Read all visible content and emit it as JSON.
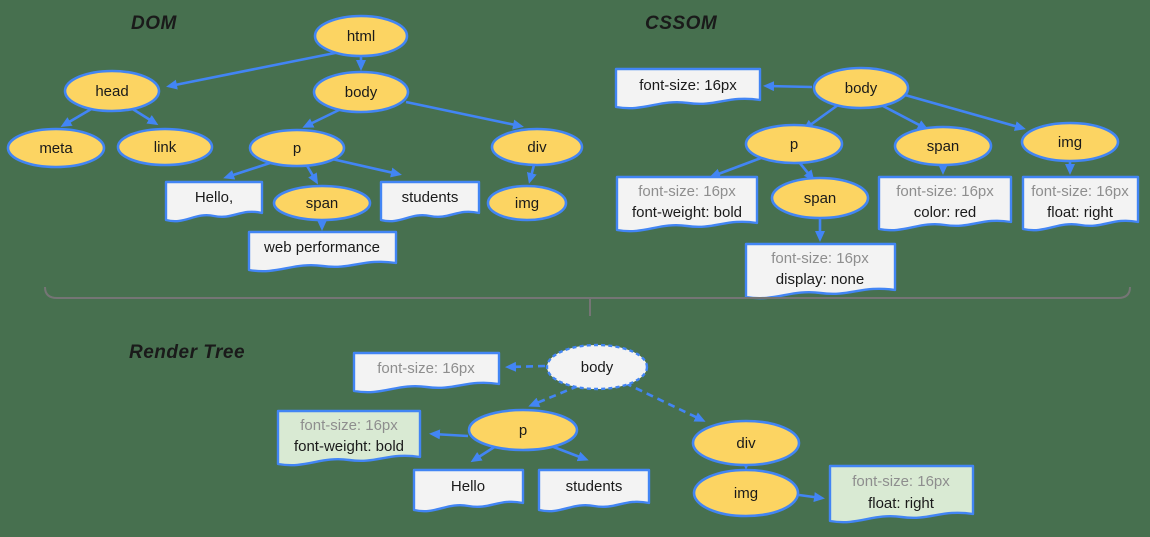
{
  "colors": {
    "background": "#47704F",
    "node_fill": "#FCD462",
    "edge": "#4285F4",
    "note_fill": "#F3F3F3",
    "green_fill": "#D9EAD3",
    "plain_fill": "#F3F3F3",
    "ink": "#1A1A1A",
    "muted": "#8E8E8E",
    "bracket": "#757575"
  },
  "dom": {
    "title": "DOM",
    "node_html": "html",
    "node_head": "head",
    "node_body": "body",
    "node_meta": "meta",
    "node_link": "link",
    "node_p": "p",
    "node_div": "div",
    "node_span": "span",
    "node_img": "img",
    "note_hello": "Hello,",
    "note_students": "students",
    "note_webperf": "web performance"
  },
  "cssom": {
    "title": "CSSOM",
    "node_body": "body",
    "node_p": "p",
    "node_span": "span",
    "node_img": "img",
    "node_span_child": "span",
    "note_body": "font-size: 16px",
    "note_p_l1": "font-size: 16px",
    "note_p_l2": "font-weight: bold",
    "note_span_l1": "font-size: 16px",
    "note_span_l2": "color: red",
    "note_img_l1": "font-size: 16px",
    "note_img_l2": "float: right",
    "note_span_child_l1": "font-size: 16px",
    "note_span_child_l2": "display: none"
  },
  "render": {
    "title": "Render Tree",
    "node_body": "body",
    "node_p": "p",
    "node_div": "div",
    "node_img": "img",
    "note_body": "font-size: 16px",
    "note_p_l1": "font-size: 16px",
    "note_p_l2": "font-weight: bold",
    "note_img_l1": "font-size: 16px",
    "note_img_l2": "float: right",
    "note_hello": "Hello",
    "note_students": "students"
  }
}
